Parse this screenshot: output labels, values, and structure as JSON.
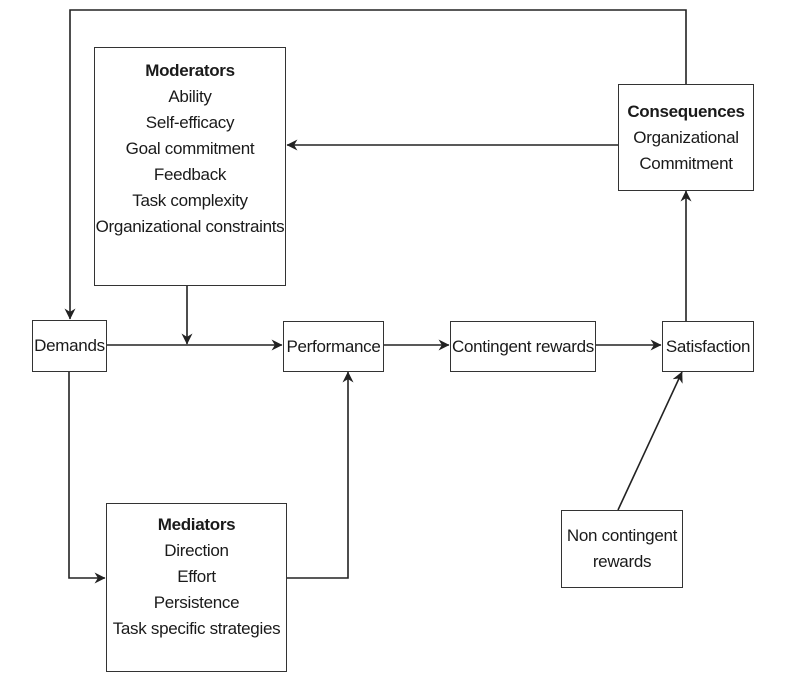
{
  "diagram": {
    "nodes": {
      "moderators": {
        "title": "Moderators",
        "items": [
          "Ability",
          "Self-efficacy",
          "Goal commitment",
          "Feedback",
          "Task complexity",
          "Organizational constraints"
        ]
      },
      "consequences": {
        "title": "Consequences",
        "items": [
          "Organizational",
          "Commitment"
        ]
      },
      "demands": {
        "label": "Demands"
      },
      "performance": {
        "label": "Performance"
      },
      "contingent_rewards": {
        "label": "Contingent rewards"
      },
      "satisfaction": {
        "label": "Satisfaction"
      },
      "non_contingent_rewards": {
        "label": "Non contingent rewards",
        "lines": [
          "Non contingent",
          "rewards"
        ]
      },
      "mediators": {
        "title": "Mediators",
        "items": [
          "Direction",
          "Effort",
          "Persistence",
          "Task specific strategies"
        ]
      }
    },
    "edges": [
      {
        "from": "demands",
        "to": "performance"
      },
      {
        "from": "moderators",
        "to": "demands-performance-link"
      },
      {
        "from": "performance",
        "to": "contingent_rewards"
      },
      {
        "from": "contingent_rewards",
        "to": "satisfaction"
      },
      {
        "from": "non_contingent_rewards",
        "to": "satisfaction"
      },
      {
        "from": "satisfaction",
        "to": "consequences"
      },
      {
        "from": "consequences",
        "to": "moderators"
      },
      {
        "from": "consequences",
        "to": "demands"
      },
      {
        "from": "demands",
        "to": "mediators"
      },
      {
        "from": "mediators",
        "to": "performance"
      }
    ],
    "colors": {
      "line": "#222222",
      "border": "#333333",
      "text": "#1a1a1a"
    }
  }
}
